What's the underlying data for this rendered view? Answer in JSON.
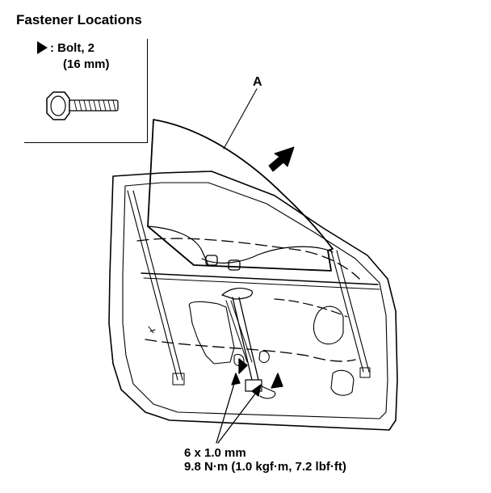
{
  "title": "Fastener Locations",
  "legend": {
    "symbol": "filled-triangle-arrow",
    "line1": ": Bolt, 2",
    "line2": "(16 mm)",
    "icon": "bolt-icon"
  },
  "callout": {
    "label": "A"
  },
  "spec": {
    "size": "6 x 1.0 mm",
    "torque": "9.8 N·m (1.0 kgf·m, 7.2 lbf·ft)"
  },
  "colors": {
    "line": "#000000",
    "background": "#ffffff"
  }
}
